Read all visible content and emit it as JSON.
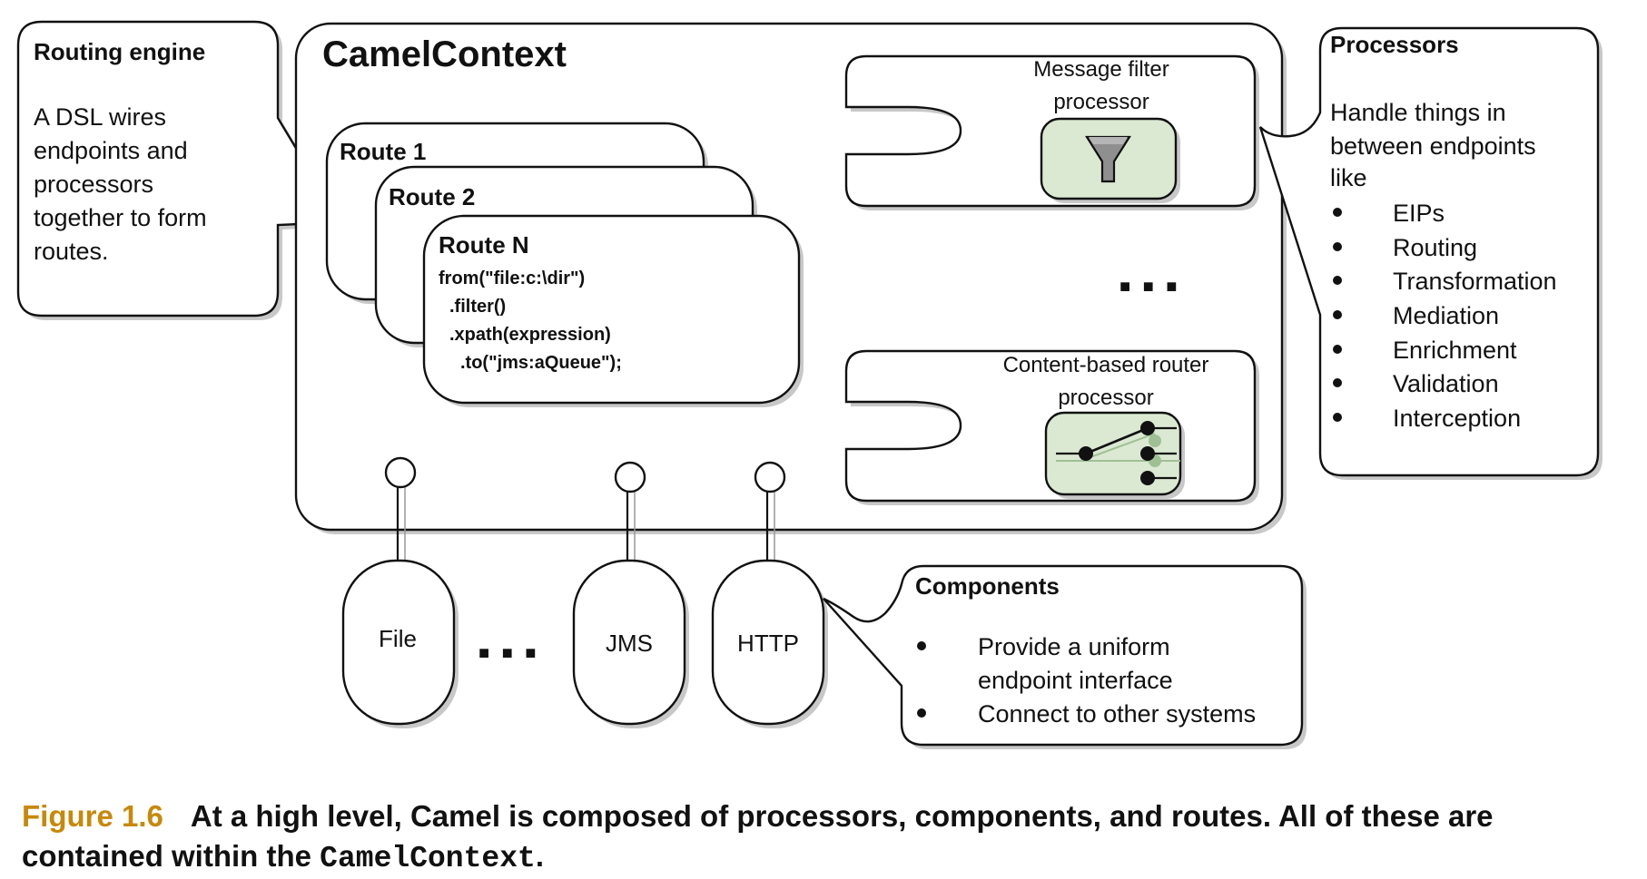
{
  "camel_context": {
    "title": "CamelContext",
    "routes": [
      {
        "label": "Route 1"
      },
      {
        "label": "Route 2"
      },
      {
        "label": "Route N",
        "code": [
          "from(\"file:c:\\dir\")",
          ".filter()",
          ".xpath(expression)",
          ".to(\"jms:aQueue\");"
        ]
      }
    ],
    "processors": [
      {
        "title_lines": [
          "Message filter",
          "processor"
        ],
        "icon": "funnel-icon"
      },
      {
        "title_lines": [
          "Content-based router",
          "processor"
        ],
        "icon": "switch-icon"
      }
    ],
    "ellipsis": "■ ■ ■"
  },
  "components": [
    {
      "label": "File"
    },
    {
      "label": "JMS"
    },
    {
      "label": "HTTP"
    }
  ],
  "components_ellipsis": "■ ■ ■",
  "callouts": {
    "routing_engine": {
      "title": "Routing engine",
      "body_lines": [
        "A DSL wires",
        "endpoints and",
        "processors",
        "together to form",
        "routes."
      ]
    },
    "processors": {
      "title": "Processors",
      "body_lines": [
        "Handle things in",
        "between endpoints",
        "like"
      ],
      "bullets": [
        "EIPs",
        "Routing",
        "Transformation",
        "Mediation",
        "Enrichment",
        "Validation",
        "Interception"
      ]
    },
    "components": {
      "title": "Components",
      "bullets": [
        [
          "Provide a uniform",
          "endpoint interface"
        ],
        [
          "Connect to other systems"
        ]
      ]
    }
  },
  "caption": {
    "figure_label": "Figure 1.6",
    "text_before": "At a high level, Camel is composed of processors, components, and routes. All of these are contained within the ",
    "code_word": "CamelContext",
    "text_after": "."
  },
  "colors": {
    "accent": "#c8890a",
    "processor_fill": "#dbe9d2"
  }
}
